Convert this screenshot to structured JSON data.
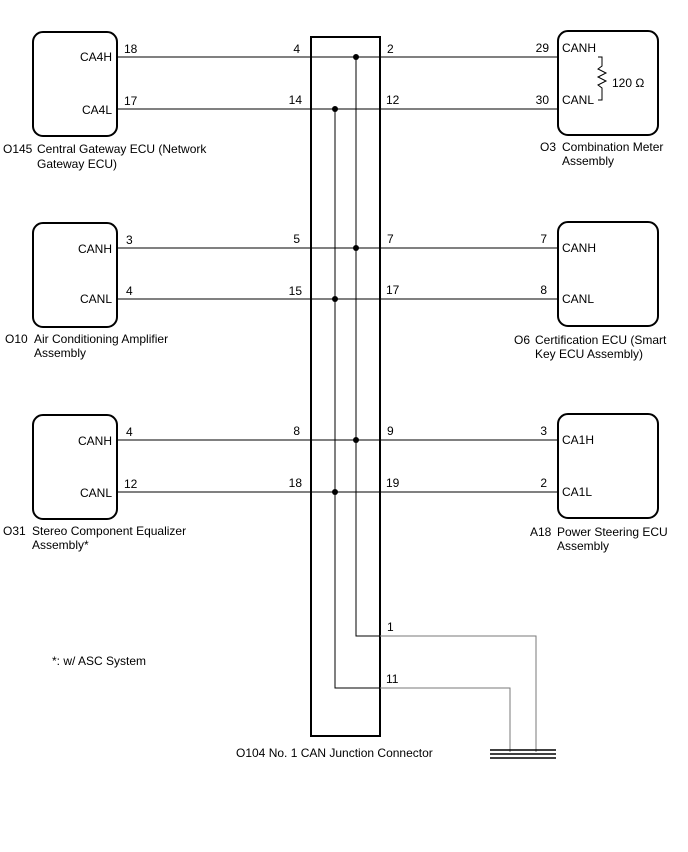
{
  "ecus": {
    "gateway": {
      "code": "O145",
      "name_line1": "Central Gateway ECU (Network",
      "name_line2": "Gateway ECU)",
      "pin_h_name": "CA4H",
      "pin_h_num": "18",
      "pin_l_name": "CA4L",
      "pin_l_num": "17"
    },
    "aircon": {
      "code": "O10",
      "name_line1": "Air Conditioning Amplifier",
      "name_line2": "Assembly",
      "pin_h_name": "CANH",
      "pin_h_num": "3",
      "pin_l_name": "CANL",
      "pin_l_num": "4"
    },
    "stereo": {
      "code": "O31",
      "name_line1": "Stereo Component Equalizer",
      "name_line2": "Assembly*",
      "pin_h_name": "CANH",
      "pin_h_num": "4",
      "pin_l_name": "CANL",
      "pin_l_num": "12"
    },
    "meter": {
      "code": "O3",
      "name_line1": "Combination Meter",
      "name_line2": "Assembly",
      "pin_h_name": "CANH",
      "pin_h_num": "29",
      "pin_l_name": "CANL",
      "pin_l_num": "30",
      "resistor": "120 Ω"
    },
    "certification": {
      "code": "O6",
      "name_line1": "Certification ECU (Smart",
      "name_line2": "Key ECU Assembly)",
      "pin_h_name": "CANH",
      "pin_h_num": "7",
      "pin_l_name": "CANL",
      "pin_l_num": "8"
    },
    "steering": {
      "code": "A18",
      "name_line1": "Power Steering ECU",
      "name_line2": "Assembly",
      "pin_h_name": "CA1H",
      "pin_h_num": "3",
      "pin_l_name": "CA1L",
      "pin_l_num": "2"
    }
  },
  "junction": {
    "label": "O104  No. 1 CAN Junction Connector",
    "left_pins": [
      "4",
      "14",
      "5",
      "15",
      "8",
      "18"
    ],
    "right_pins": [
      "2",
      "12",
      "7",
      "17",
      "9",
      "19"
    ],
    "bottom_pins": [
      "1",
      "11"
    ]
  },
  "footnote": "*: w/ ASC System"
}
